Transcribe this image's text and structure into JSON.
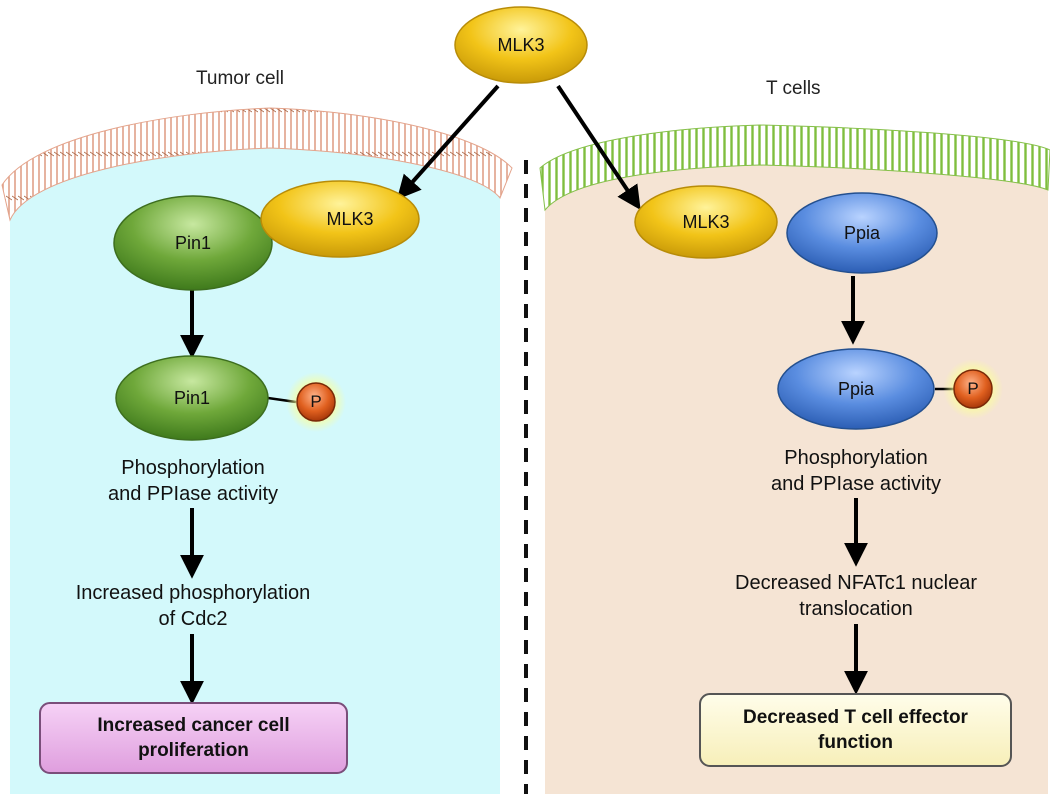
{
  "cells": {
    "tumor": {
      "title": "Tumor cell"
    },
    "tcell": {
      "title": "T cells"
    }
  },
  "nodes": {
    "mlk3_top": "MLK3",
    "mlk3_tumor": "MLK3",
    "pin1": "Pin1",
    "pin1_p": "Pin1",
    "mlk3_tcell": "MLK3",
    "ppia": "Ppia",
    "ppia_p": "Ppia",
    "phospho_left": "P",
    "phospho_right": "P"
  },
  "labels": {
    "left_activity": [
      "Phosphorylation",
      "and PPIase activity"
    ],
    "left_cdc2": [
      "Increased phosphorylation",
      "of Cdc2"
    ],
    "right_activity": [
      "Phosphorylation",
      "and PPIase activity"
    ],
    "right_nfat": [
      "Decreased NFATc1 nuclear",
      "translocation"
    ]
  },
  "outcomes": {
    "left": [
      "Increased cancer cell",
      "proliferation"
    ],
    "right": [
      "Decreased T cell effector",
      "function"
    ]
  },
  "colors": {
    "tumor_cell_fill": "#cff8fa",
    "tcell_fill": "#f4e3d3",
    "tumor_membrane": "#e4a48c",
    "tcell_membrane": "#86c04a",
    "mlk3": "#f2c418",
    "pin1": "#6fa83a",
    "ppia": "#4a7fd4",
    "phospho": "#d9531c",
    "outcome_left": "#ecb3ec",
    "outcome_right": "#fdf8d0"
  }
}
